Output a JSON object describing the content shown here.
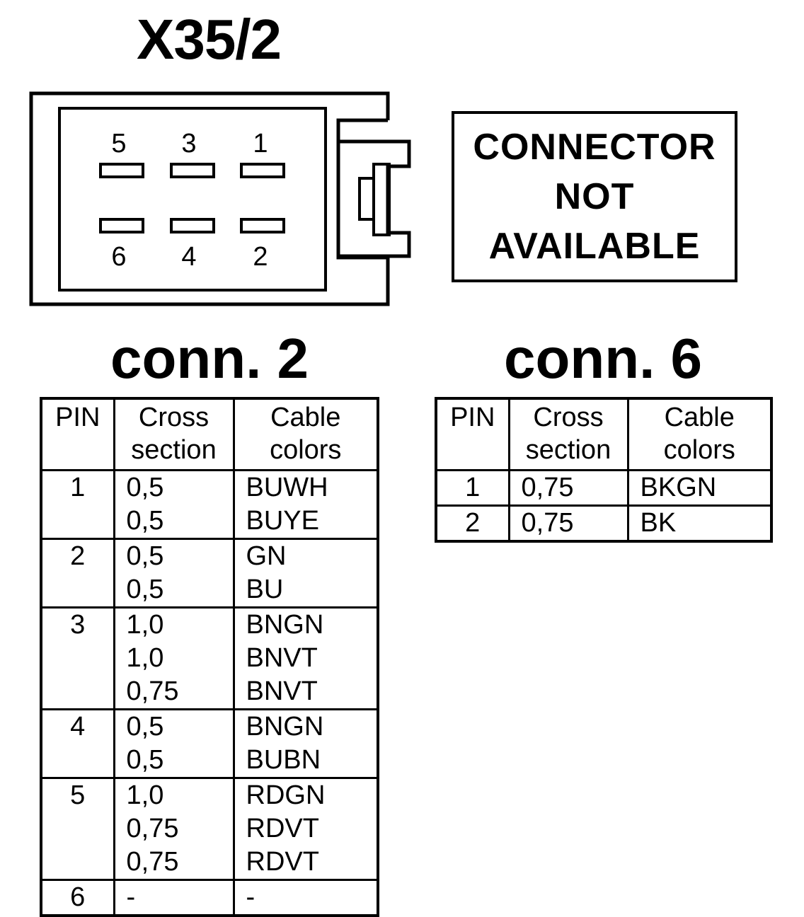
{
  "title": "X35/2",
  "diagram": {
    "pins_top": [
      "5",
      "3",
      "1"
    ],
    "pins_bottom": [
      "6",
      "4",
      "2"
    ]
  },
  "not_available": {
    "line1": "CONNECTOR",
    "line2": "NOT",
    "line3": "AVAILABLE"
  },
  "conn2": {
    "title": "conn. 2",
    "headers": {
      "pin": "PIN",
      "cross_1": "Cross",
      "cross_2": "section",
      "cable_1": "Cable",
      "cable_2": "colors"
    },
    "rows": [
      {
        "pin": "1",
        "cross": [
          "0,5",
          "0,5"
        ],
        "colors": [
          "BUWH",
          "BUYE"
        ]
      },
      {
        "pin": "2",
        "cross": [
          "0,5",
          "0,5"
        ],
        "colors": [
          "GN",
          "BU"
        ]
      },
      {
        "pin": "3",
        "cross": [
          "1,0",
          "1,0",
          "0,75"
        ],
        "colors": [
          "BNGN",
          "BNVT",
          "BNVT"
        ]
      },
      {
        "pin": "4",
        "cross": [
          "0,5",
          "0,5"
        ],
        "colors": [
          "BNGN",
          "BUBN"
        ]
      },
      {
        "pin": "5",
        "cross": [
          "1,0",
          "0,75",
          "0,75"
        ],
        "colors": [
          "RDGN",
          "RDVT",
          "RDVT"
        ]
      },
      {
        "pin": "6",
        "cross": [
          "-"
        ],
        "colors": [
          "-"
        ]
      }
    ]
  },
  "conn6": {
    "title": "conn. 6",
    "headers": {
      "pin": "PIN",
      "cross_1": "Cross",
      "cross_2": "section",
      "cable_1": "Cable",
      "cable_2": "colors"
    },
    "rows": [
      {
        "pin": "1",
        "cross": [
          "0,75"
        ],
        "colors": [
          "BKGN"
        ]
      },
      {
        "pin": "2",
        "cross": [
          "0,75"
        ],
        "colors": [
          "BK"
        ]
      }
    ]
  }
}
